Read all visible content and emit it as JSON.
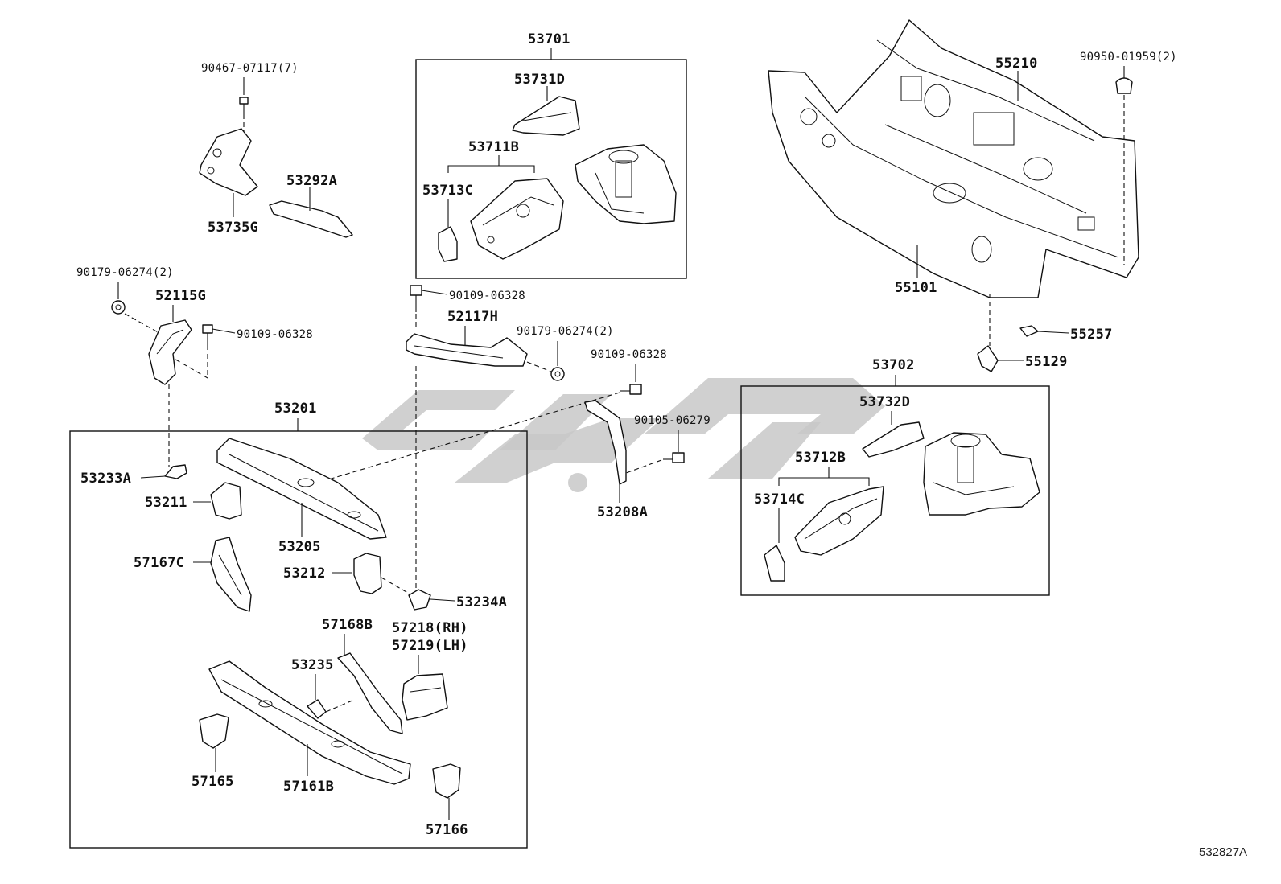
{
  "diagram": {
    "reference_code": "532827A",
    "groups": {
      "g53701": "53701",
      "g53201": "53201",
      "g53702": "53702"
    },
    "labels": {
      "p90467": "90467-07117(7)",
      "p53292A": "53292A",
      "p53735G": "53735G",
      "p53731D": "53731D",
      "p53711B": "53711B",
      "p53713C": "53713C",
      "p55210": "55210",
      "p90950": "90950-01959(2)",
      "p55101": "55101",
      "p55257": "55257",
      "p55129": "55129",
      "p90179a": "90179-06274(2)",
      "p52115G": "52115G",
      "p90109a": "90109-06328",
      "p90109b": "90109-06328",
      "p52117H": "52117H",
      "p90179b": "90179-06274(2)",
      "p90109c": "90109-06328",
      "p90105": "90105-06279",
      "p53208A": "53208A",
      "p53233A": "53233A",
      "p53211": "53211",
      "p53205": "53205",
      "p57167C": "57167C",
      "p53212": "53212",
      "p53234A": "53234A",
      "p57168B": "57168B",
      "p57218": "57218(RH)",
      "p57219": "57219(LH)",
      "p53235": "53235",
      "p57165": "57165",
      "p57161B": "57161B",
      "p57166": "57166",
      "p53732D": "53732D",
      "p53712B": "53712B",
      "p53714C": "53714C"
    }
  }
}
